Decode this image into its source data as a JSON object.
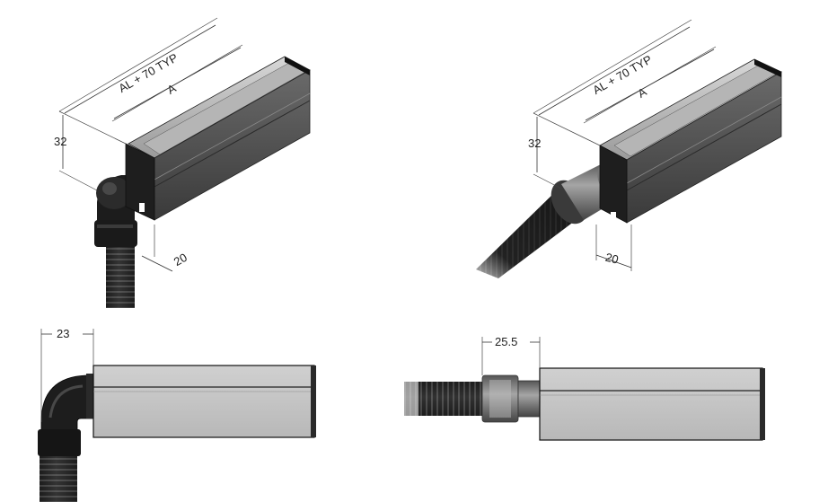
{
  "views": {
    "iso_left": {
      "length_overall": "AL + 70 TYP",
      "length_active": "A",
      "height": "32",
      "depth": "20"
    },
    "iso_right": {
      "length_overall": "AL + 70 TYP",
      "length_active": "A",
      "height": "32",
      "depth": "20"
    },
    "side_left": {
      "offset": "23"
    },
    "side_right": {
      "offset": "25.5"
    }
  },
  "colors": {
    "housing_light": "#c9c9c9",
    "housing_dark": "#4a4a4a",
    "cable": "#1a1a1a",
    "fitting_gray": "#8a8a8a"
  }
}
